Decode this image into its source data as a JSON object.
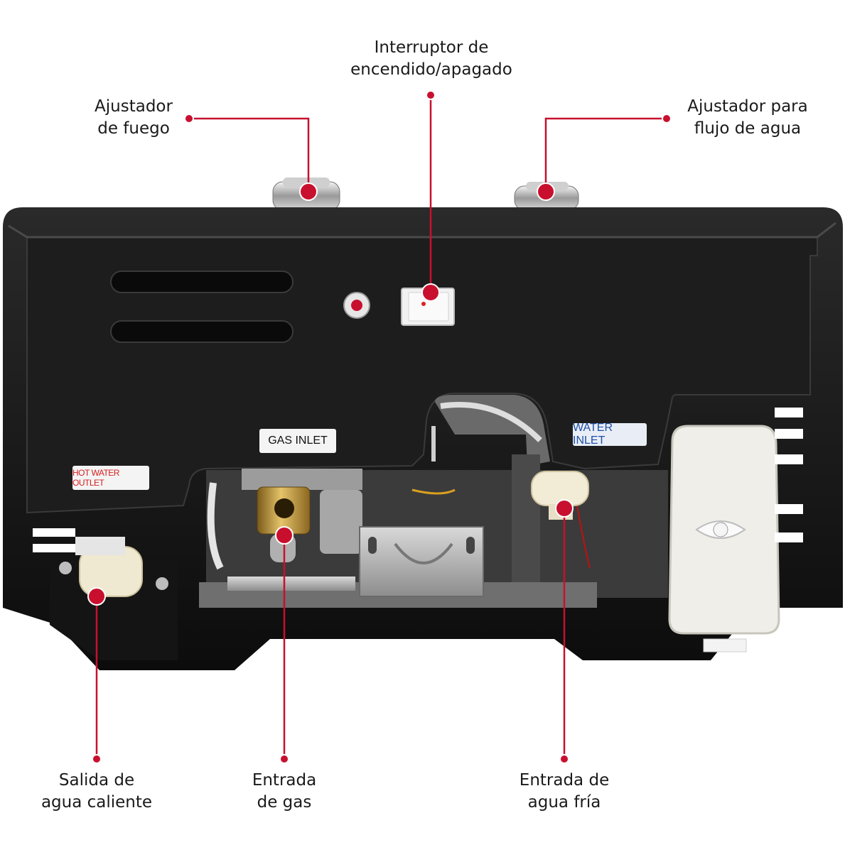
{
  "callouts": {
    "switch": {
      "line1": "Interruptor de",
      "line2": "encendido/apagado"
    },
    "fire": {
      "line1": "Ajustador",
      "line2": "de fuego"
    },
    "water_flow": {
      "line1": "Ajustador para",
      "line2": "flujo de agua"
    },
    "hot_outlet": {
      "line1": "Salida de",
      "line2": "agua caliente"
    },
    "gas_inlet": {
      "line1": "Entrada",
      "line2": "de gas"
    },
    "cold_inlet": {
      "line1": "Entrada de",
      "line2": "agua fría"
    }
  },
  "device_tags": {
    "gas_inlet": "GAS INLET",
    "water_inlet": "WATER INLET",
    "hot_water_outlet": "HOT WATER OUTLET"
  },
  "colors": {
    "accent": "#c8102e",
    "body": "#121212",
    "panel": "#1b1b1b",
    "water_tag_text": "#1f4fa8",
    "hot_tag_text": "#d42020"
  }
}
